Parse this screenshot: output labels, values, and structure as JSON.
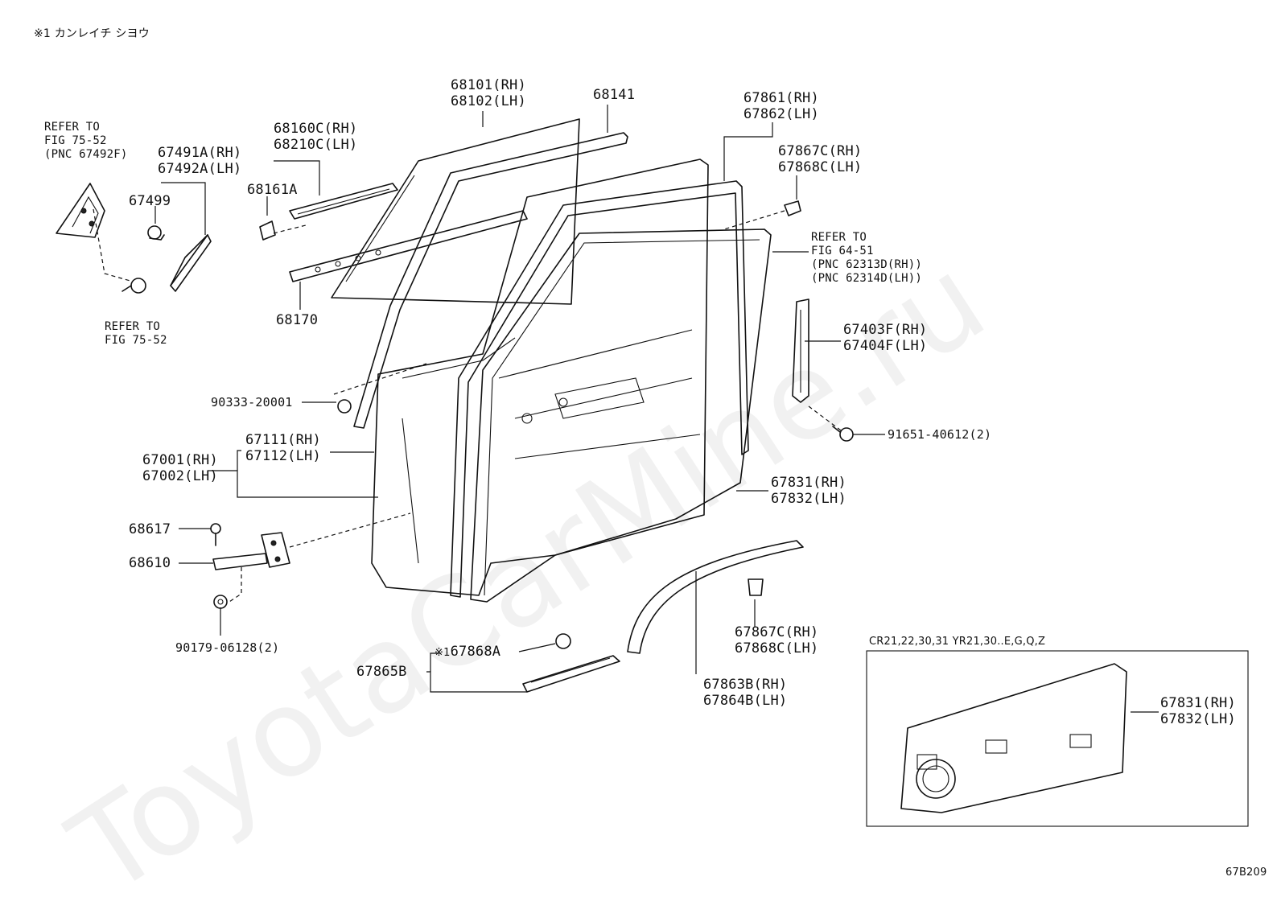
{
  "header_note": "※1 カンレイチ シヨウ",
  "watermark": "ToyotaCarMine.ru",
  "figure_code": "67B209",
  "labels": {
    "refer_75_52_top": [
      "REFER TO",
      "FIG 75-52",
      "(PNC 67492F)"
    ],
    "refer_75_52_bottom": [
      "REFER TO",
      "FIG 75-52"
    ],
    "refer_64_51": [
      "REFER TO",
      "FIG 64-51",
      "(PNC 62313D(RH))",
      "(PNC 62314D(LH))"
    ],
    "p67491A": "67491A(RH)",
    "p67492A": "67492A(LH)",
    "p67499": "67499",
    "p68160C": "68160C(RH)",
    "p68210C": "68210C(LH)",
    "p68161A": "68161A",
    "p68101": "68101(RH)",
    "p68102": "68102(LH)",
    "p68141": "68141",
    "p67861": "67861(RH)",
    "p67862": "67862(LH)",
    "p67867C_top": "67867C(RH)",
    "p67868C_top": "67868C(LH)",
    "p68170": "68170",
    "p67403F": "67403F(RH)",
    "p67404F": "67404F(LH)",
    "p90333": "90333-20001",
    "p91651": "91651-40612(2)",
    "p67111": "67111(RH)",
    "p67112": "67112(LH)",
    "p67001": "67001(RH)",
    "p67002": "67002(LH)",
    "p67831": "67831(RH)",
    "p67832": "67832(LH)",
    "p68617": "68617",
    "p68610": "68610",
    "p90179": "90179-06128(2)",
    "p67867C_bot": "67867C(RH)",
    "p67868C_bot": "67868C(LH)",
    "p67868A_mark": "※1",
    "p67868A": "67868A",
    "p67865B": "67865B",
    "p67863B": "67863B(RH)",
    "p67864B": "67864B(LH)",
    "inset_caption": "CR21,22,30,31 YR21,30..E,G,Q,Z",
    "inset_67831": "67831(RH)",
    "inset_67832": "67832(LH)"
  }
}
